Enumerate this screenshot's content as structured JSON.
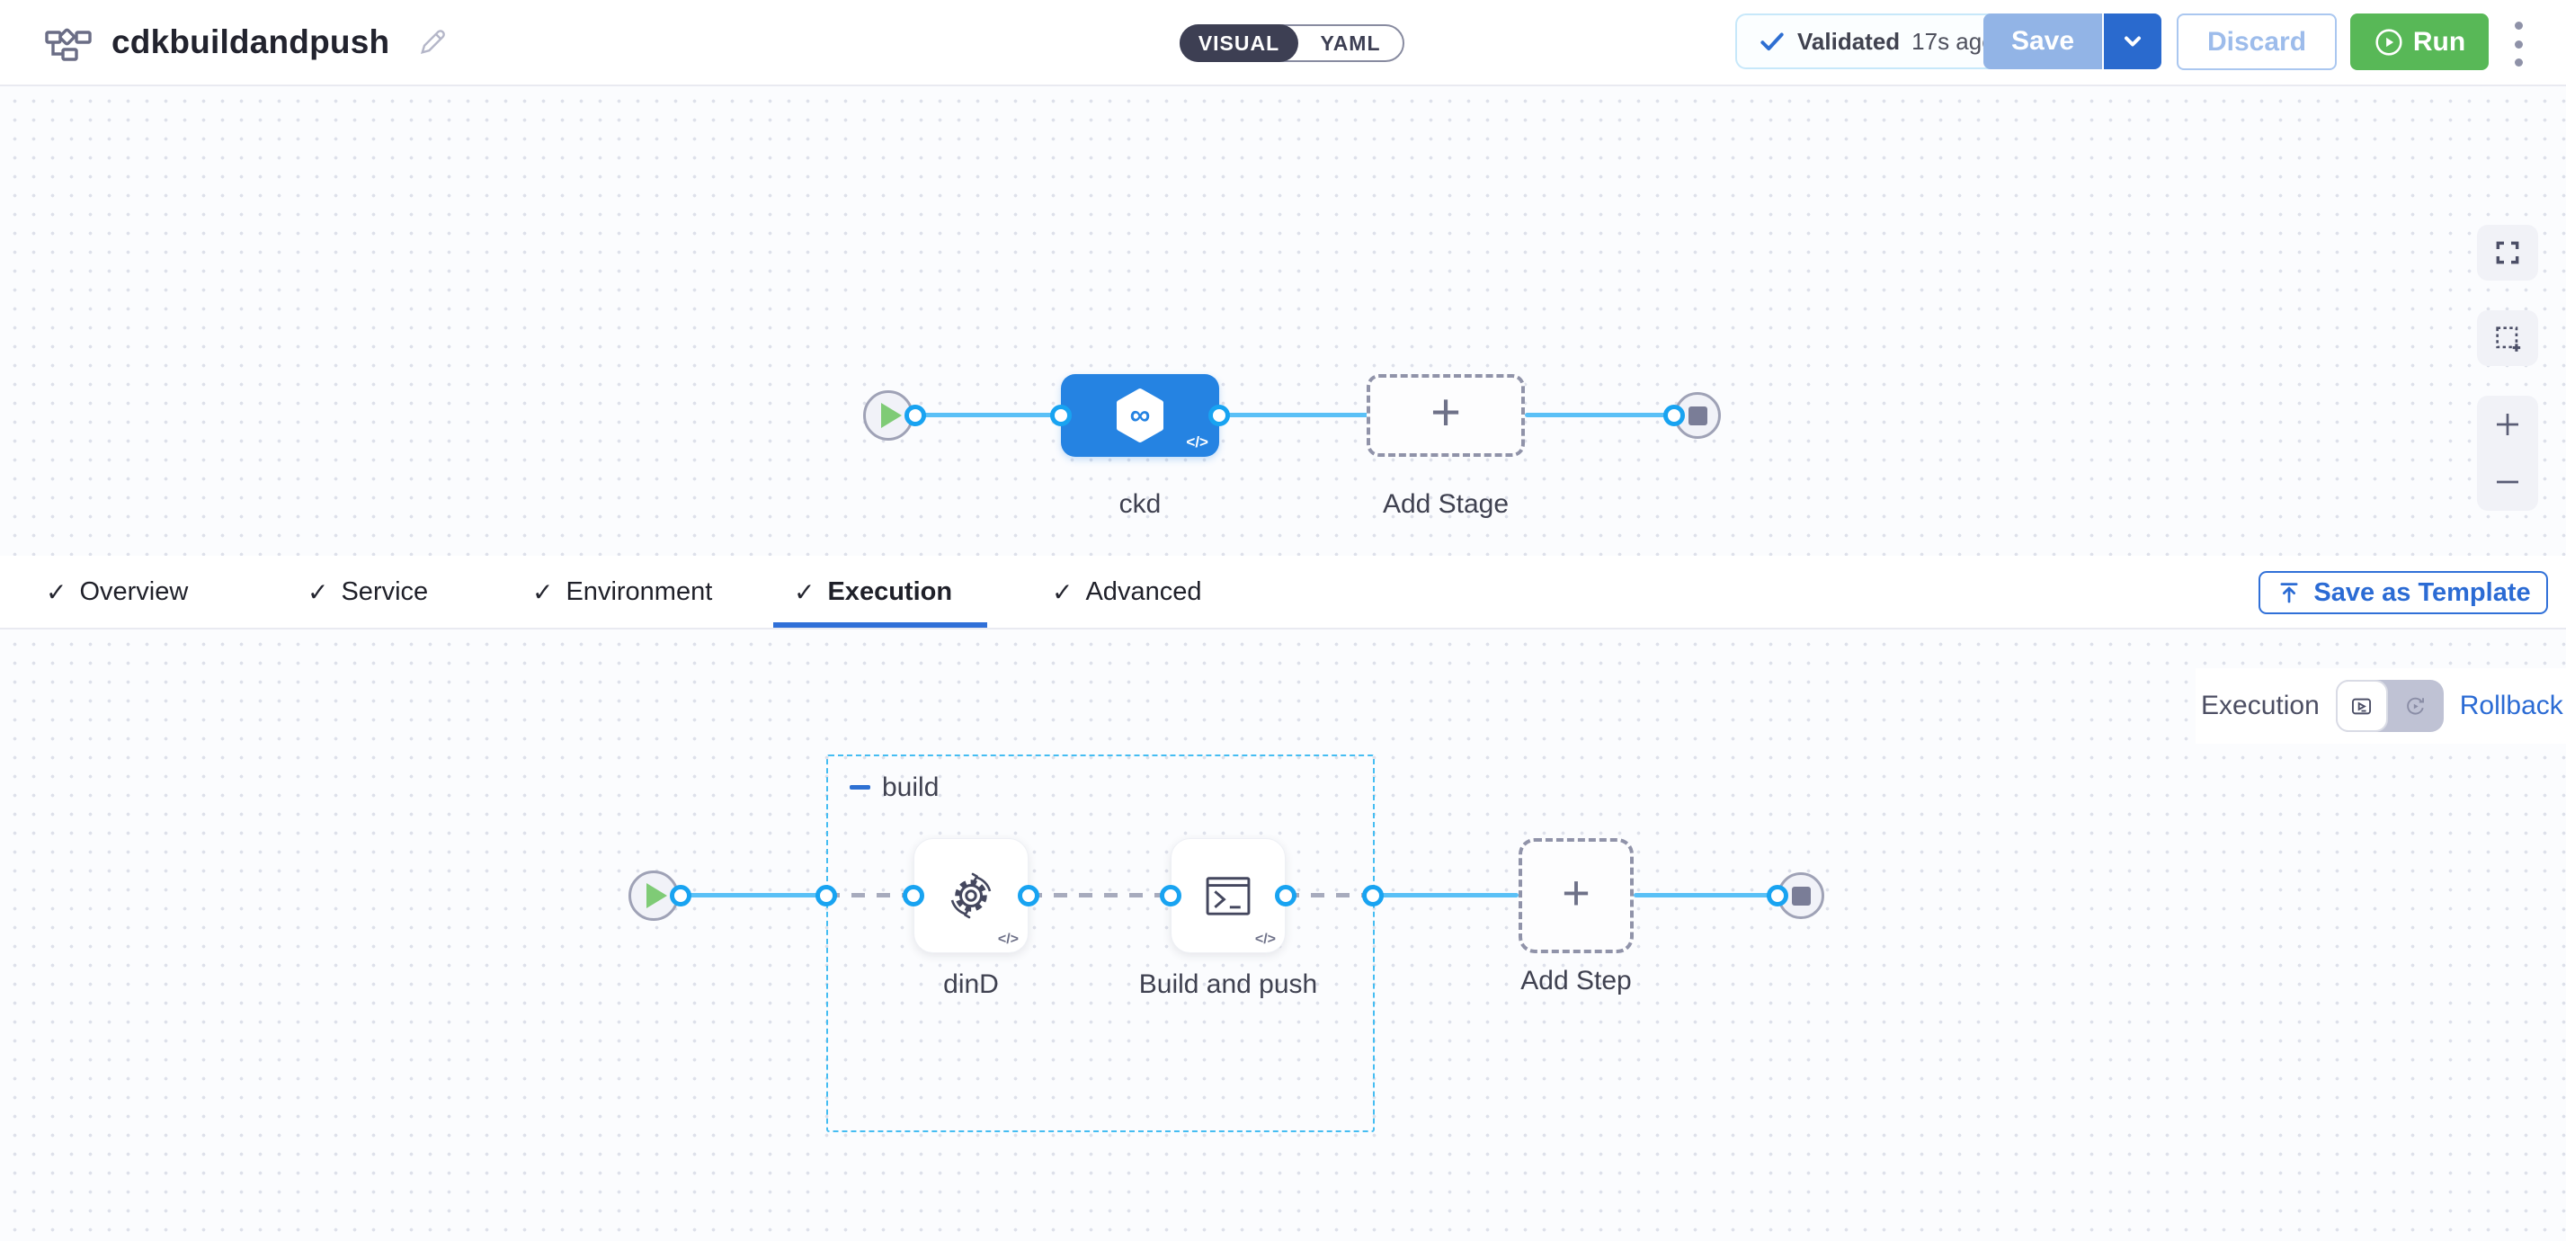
{
  "header": {
    "title": "cdkbuildandpush",
    "mode_toggle": {
      "visual": "VISUAL",
      "yaml": "YAML"
    },
    "validation": {
      "status": "Validated",
      "time": "17s ago"
    },
    "save_label": "Save",
    "discard_label": "Discard",
    "run_label": "Run"
  },
  "stage_canvas": {
    "stage_name": "ckd",
    "add_stage_label": "Add Stage"
  },
  "tabs": {
    "items": [
      {
        "label": "Overview"
      },
      {
        "label": "Service"
      },
      {
        "label": "Environment"
      },
      {
        "label": "Execution"
      },
      {
        "label": "Advanced"
      }
    ],
    "active": "Execution",
    "save_as_template_label": "Save as Template"
  },
  "execution_canvas": {
    "mode_label": "Execution",
    "rollback_label": "Rollback",
    "group_name": "build",
    "steps": [
      {
        "name": "dinD"
      },
      {
        "name": "Build and push"
      }
    ],
    "add_step_label": "Add Step"
  },
  "icons": {
    "plus": "+",
    "check": "✓",
    "code": "</>",
    "infinity": "∞"
  },
  "colors": {
    "accent_blue": "#2b6bd4",
    "stage_blue": "#2583e2",
    "link_blue": "#5ac0f6",
    "port_blue": "#18a3f1",
    "run_green": "#58b857",
    "group_border_blue": "#45bdf2",
    "toggle_dark": "#3d3f53"
  }
}
